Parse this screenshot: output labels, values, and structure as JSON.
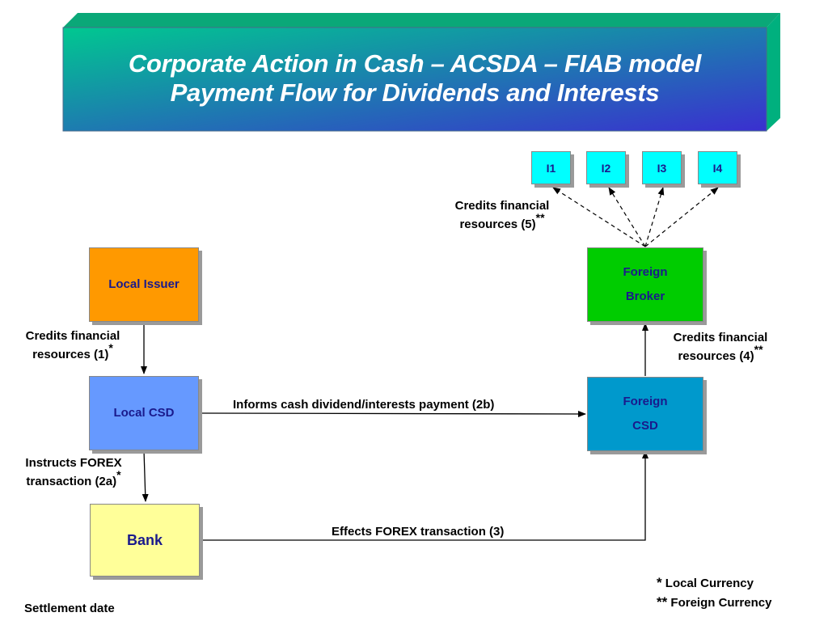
{
  "title": {
    "line1": "Corporate Action in Cash – ACSDA – FIAB model",
    "line2": "Payment Flow for Dividends and Interests"
  },
  "colors": {
    "banner_left": "#00c890",
    "banner_right": "#3a2fd0",
    "banner_bevel": "#00a070",
    "local_issuer": "#ff9900",
    "local_csd": "#6699ff",
    "bank": "#ffff99",
    "foreign_broker": "#00cc00",
    "foreign_csd": "#0099cc",
    "investor": "#00ffff",
    "box_text": "#1a1a8c"
  },
  "nodes": {
    "local_issuer": "Local Issuer",
    "local_csd": "Local CSD",
    "bank": "Bank",
    "foreign_broker": [
      "Foreign",
      "Broker"
    ],
    "foreign_csd": [
      "Foreign",
      "CSD"
    ],
    "investors": [
      "I1",
      "I2",
      "I3",
      "I4"
    ]
  },
  "labels": {
    "step1": {
      "line1": "Credits financial",
      "line2": "resources (1)",
      "mark": "*"
    },
    "step2a": {
      "line1": "Instructs FOREX",
      "line2": "transaction (2a)",
      "mark": "*"
    },
    "step2b": "Informs cash dividend/interests payment (2b)",
    "step3": "Effects FOREX transaction (3)",
    "step4": {
      "line1": "Credits financial",
      "line2": "resources (4)",
      "mark": "**"
    },
    "step5": {
      "line1": "Credits financial",
      "line2": "resources (5)",
      "mark": "**"
    }
  },
  "legend": {
    "local": {
      "mark": "*",
      "text": " Local Currency"
    },
    "foreign": {
      "mark": "**",
      "text": " Foreign Currency"
    }
  },
  "footer": "Settlement date"
}
